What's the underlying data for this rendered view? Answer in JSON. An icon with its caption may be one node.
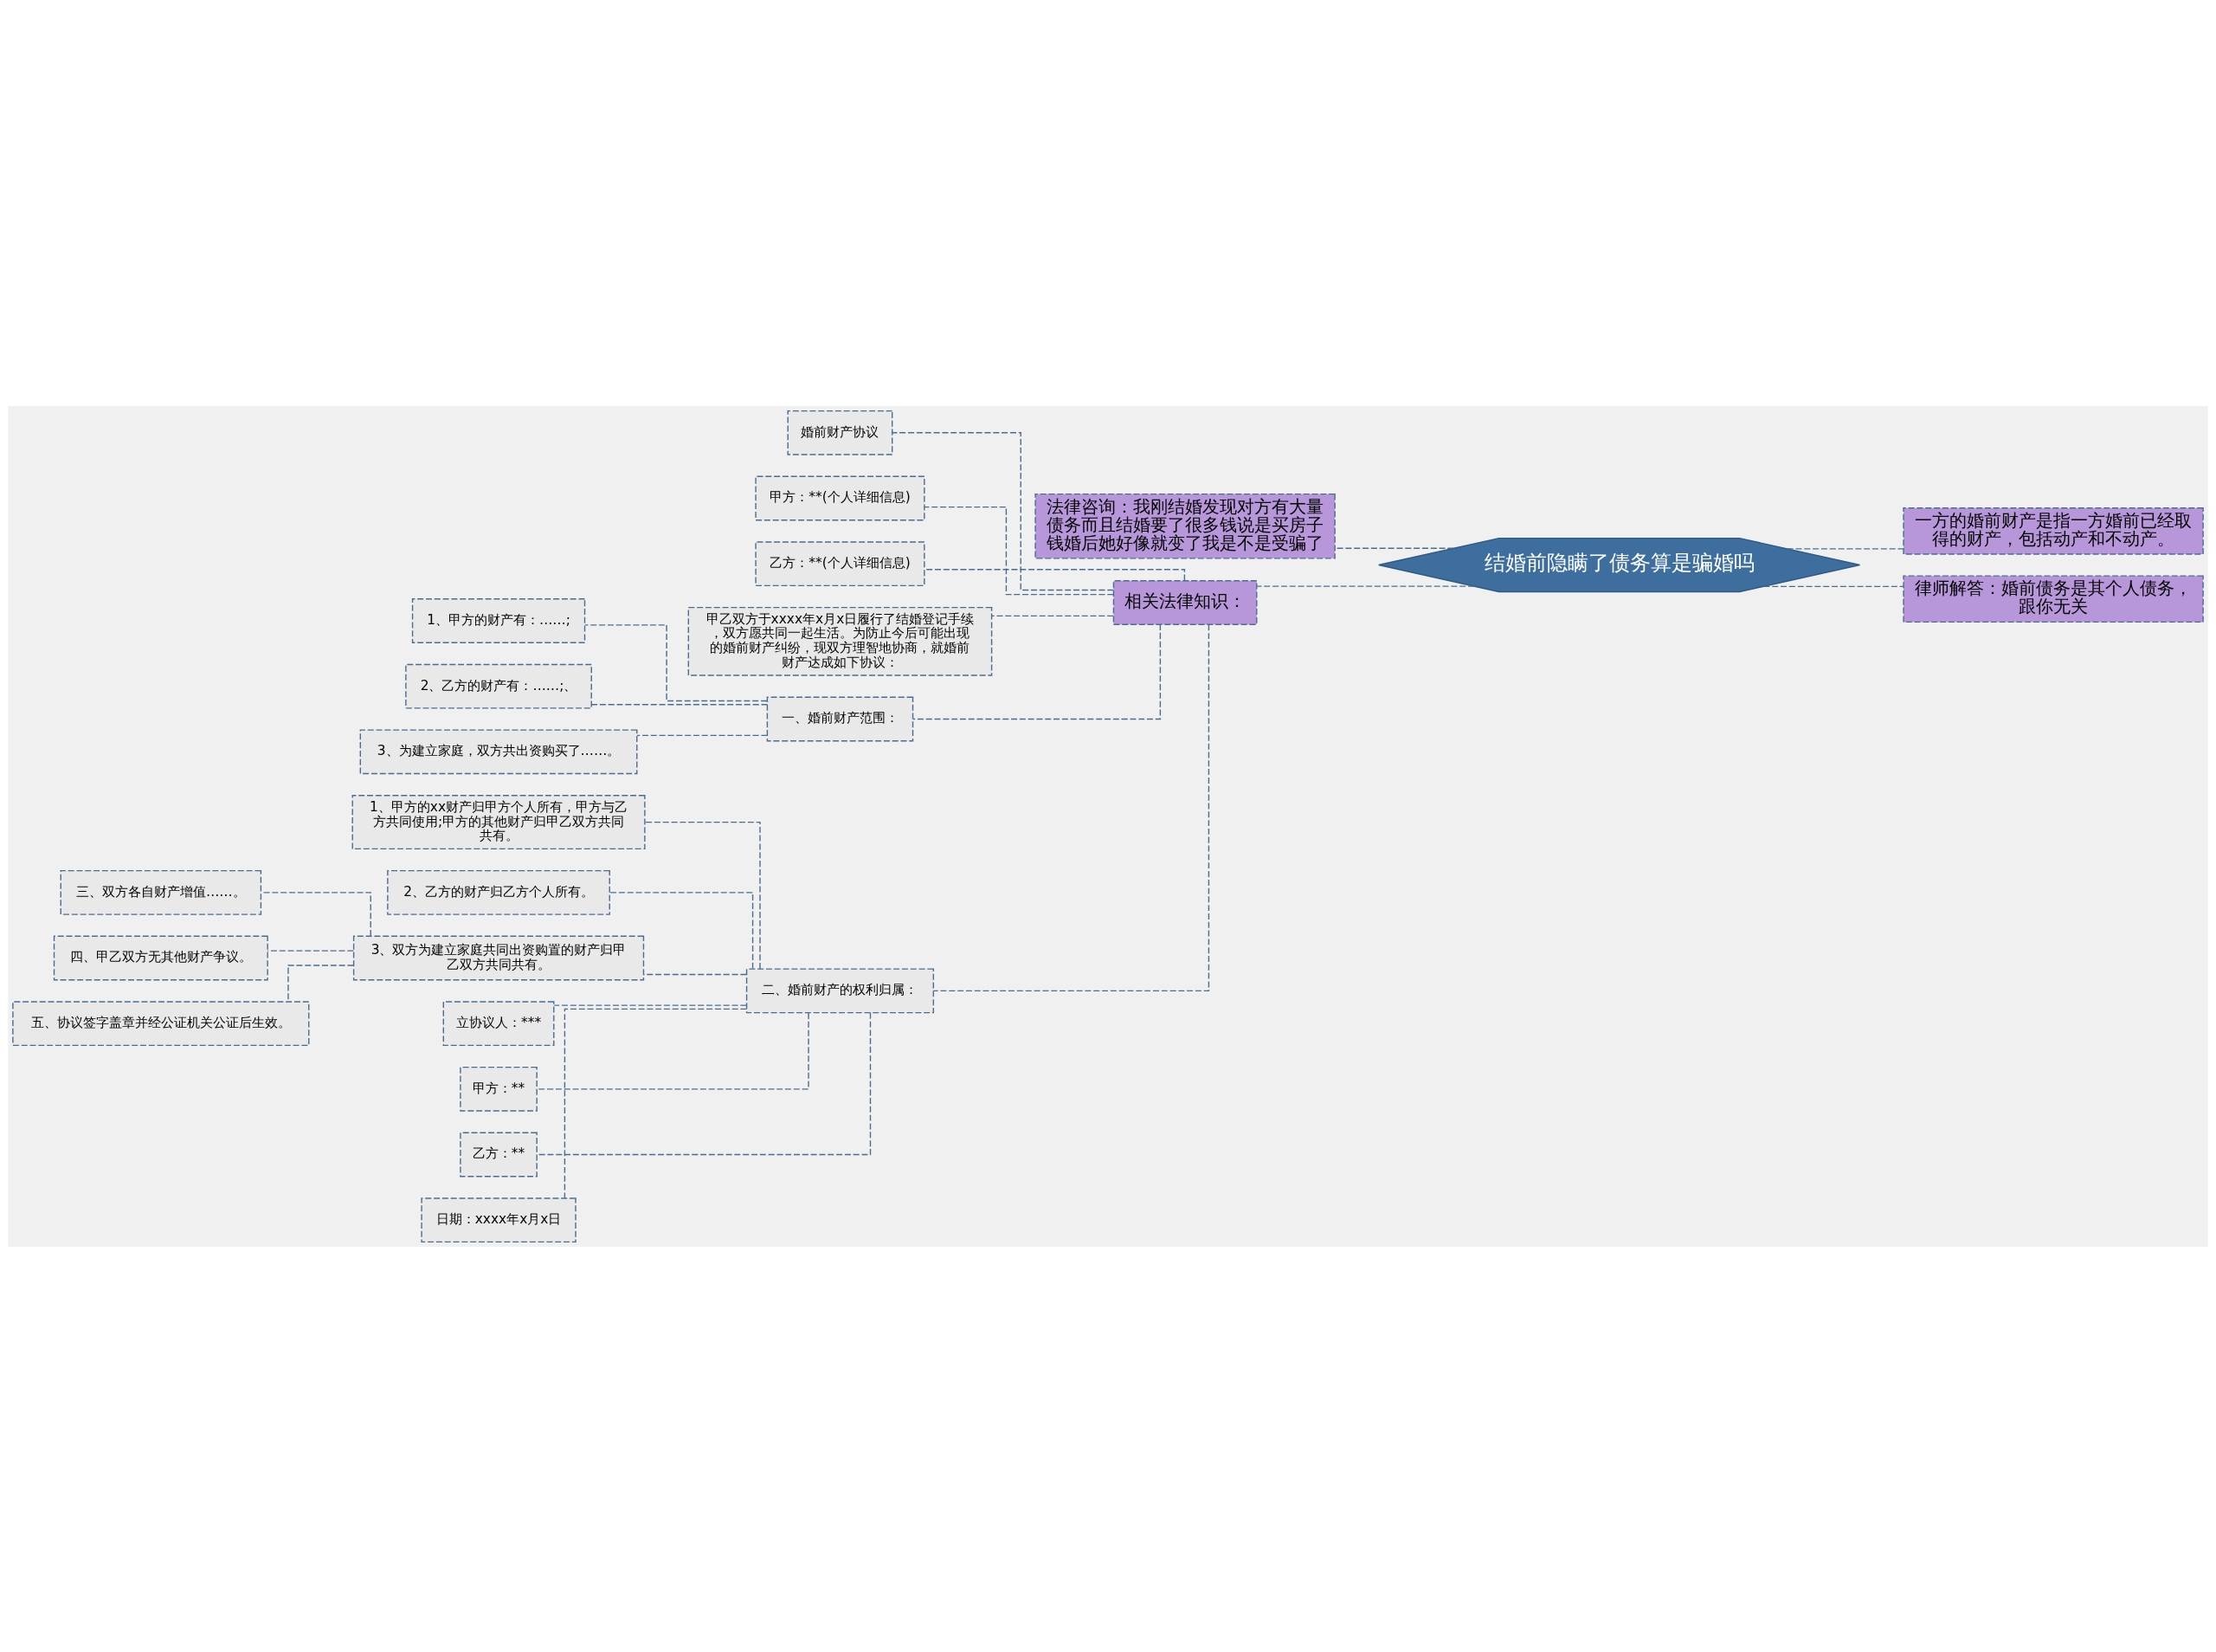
{
  "diagram": {
    "nodes": [
      {
        "text": [
          "结婚前隐瞒了债务算是骗婚吗"
        ]
      },
      {
        "text": [
          "法律咨询：我刚结婚发现对方有大量债务而且结婚要了很多钱说是买房子钱婚后她好像就变了我是不是受骗了"
        ]
      },
      {
        "text": [
          "婚前财产协议"
        ]
      },
      {
        "text": [
          "甲方：**(个人详细信息)"
        ]
      },
      {
        "text": [
          "乙方：**(个人详细信息)"
        ]
      },
      {
        "text": [
          "甲乙双方于xxxx年x月x日履行了结婚登记手续，双方愿共同一起生活。为防止今后可能出现的婚前财产纠纷，现双方理智地协商，就婚前财产达成如下协议："
        ]
      },
      {
        "text": [
          "1、甲方的财产有：……;"
        ]
      },
      {
        "text": [
          "2、乙方的财产有：……;、"
        ]
      },
      {
        "text": [
          "3、为建立家庭，双方共出资购买了……。"
        ]
      },
      {
        "text": [
          "一、婚前财产范围："
        ]
      },
      {
        "text": [
          "相关法律知识："
        ]
      },
      {
        "text": [
          "1、甲方的xx财产归甲方个人所有，甲方与乙方共同使用;甲方的其他财产归甲乙双方共同共有。"
        ]
      },
      {
        "text": [
          "2、乙方的财产归乙方个人所有。"
        ]
      },
      {
        "text": [
          "三、双方各自财产增值……。"
        ]
      },
      {
        "text": [
          "四、甲乙双方无其他财产争议。"
        ]
      },
      {
        "text": [
          "五、协议签字盖章并经公证机关公证后生效。"
        ]
      },
      {
        "text": [
          "3、双方为建立家庭共同出资购置的财产归甲乙双方共同共有。"
        ]
      },
      {
        "text": [
          "二、婚前财产的权利归属："
        ]
      },
      {
        "text": [
          "立协议人：***"
        ]
      },
      {
        "text": [
          "甲方：**"
        ]
      },
      {
        "text": [
          "乙方：**"
        ]
      },
      {
        "text": [
          "日期：xxxx年x月x日"
        ]
      },
      {
        "text": [
          "一方的婚前财产是指一方婚前已经取得的财产，包括动产和不动产。"
        ]
      },
      {
        "text": [
          "律师解答：婚前债务是其个人债务，跟你无关"
        ]
      }
    ],
    "edges": [
      {
        "from": 0,
        "to": 1,
        "arrow": "none",
        "style": "dashed"
      },
      {
        "from": 0,
        "to": 10,
        "arrow": "none",
        "style": "dashed"
      },
      {
        "from": 0,
        "to": 22,
        "arrow": "none",
        "style": "dashed"
      },
      {
        "from": 0,
        "to": 23,
        "arrow": "none",
        "style": "dashed"
      },
      {
        "from": 10,
        "to": 2,
        "arrow": "none",
        "style": "dashed"
      },
      {
        "from": 10,
        "to": 3,
        "arrow": "none",
        "style": "dashed"
      },
      {
        "from": 10,
        "to": 4,
        "arrow": "none",
        "style": "dashed"
      },
      {
        "from": 10,
        "to": 5,
        "arrow": "none",
        "style": "dashed"
      },
      {
        "from": 10,
        "to": 9,
        "arrow": "none",
        "style": "dashed"
      },
      {
        "from": 10,
        "to": 17,
        "arrow": "none",
        "style": "dashed"
      },
      {
        "from": 9,
        "to": 6,
        "arrow": "none",
        "style": "dashed"
      },
      {
        "from": 9,
        "to": 7,
        "arrow": "none",
        "style": "dashed"
      },
      {
        "from": 9,
        "to": 8,
        "arrow": "none",
        "style": "dashed"
      },
      {
        "from": 17,
        "to": 11,
        "arrow": "none",
        "style": "dashed"
      },
      {
        "from": 17,
        "to": 12,
        "arrow": "none",
        "style": "dashed"
      },
      {
        "from": 17,
        "to": 16,
        "arrow": "none",
        "style": "dashed"
      },
      {
        "from": 17,
        "to": 18,
        "arrow": "none",
        "style": "dashed"
      },
      {
        "from": 17,
        "to": 19,
        "arrow": "none",
        "style": "dashed"
      },
      {
        "from": 17,
        "to": 20,
        "arrow": "none",
        "style": "dashed"
      },
      {
        "from": 17,
        "to": 21,
        "arrow": "none",
        "style": "dashed"
      },
      {
        "from": 16,
        "to": 13,
        "arrow": "none",
        "style": "dashed"
      },
      {
        "from": 16,
        "to": 14,
        "arrow": "none",
        "style": "dashed"
      },
      {
        "from": 16,
        "to": 15,
        "arrow": "none",
        "style": "dashed"
      }
    ]
  }
}
